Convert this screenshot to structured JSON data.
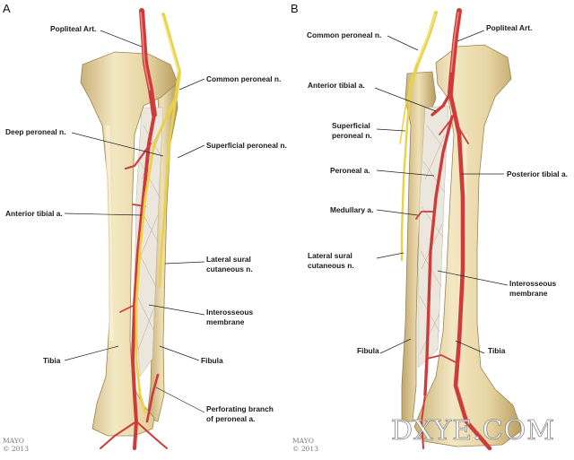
{
  "panels": {
    "left": "A",
    "right": "B"
  },
  "labels_a": {
    "popliteal_art": "Popliteal Art.",
    "common_peroneal": "Common peroneal n.",
    "deep_peroneal": "Deep peroneal n.",
    "superficial_peroneal": "Superficial peroneal n.",
    "anterior_tibial": "Anterior tibial a.",
    "lateral_sural_1": "Lateral sural",
    "lateral_sural_2": "cutaneous n.",
    "interosseous_1": "Interosseous",
    "interosseous_2": "membrane",
    "tibia": "Tibia",
    "fibula": "Fibula",
    "perforating_1": "Perforating branch",
    "perforating_2": "of peroneal a."
  },
  "labels_b": {
    "common_peroneal": "Common peroneal n.",
    "popliteal_art": "Popliteal Art.",
    "anterior_tibial": "Anterior tibial a.",
    "superficial_peroneal_1": "Superficial",
    "superficial_peroneal_2": "peroneal n.",
    "peroneal": "Peroneal a.",
    "posterior_tibial": "Posterior tibial a.",
    "medullary": "Medullary a.",
    "lateral_sural_1": "Lateral sural",
    "lateral_sural_2": "cutaneous n.",
    "interosseous_1": "Interosseous",
    "interosseous_2": "membrane",
    "fibula": "Fibula",
    "tibia": "Tibia"
  },
  "credits": {
    "left_1": "MAYO",
    "left_2": "© 2013",
    "right_1": "MAYO",
    "right_2": "© 2013"
  },
  "watermark": "DXYE.COM",
  "colors": {
    "artery": "#cf3b3b",
    "nerve": "#e9d24a",
    "bone": "#e8d6a6",
    "membrane": "#ece7dc"
  }
}
